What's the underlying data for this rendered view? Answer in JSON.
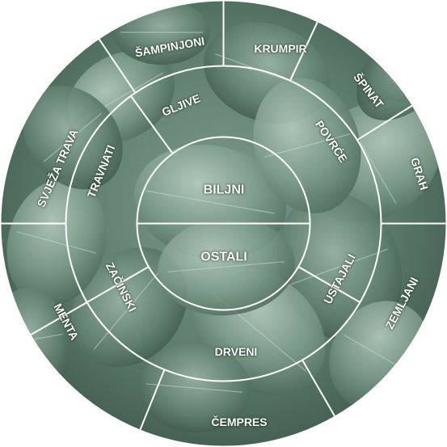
{
  "wheel": {
    "center": {
      "top": "BILJNI",
      "bottom": "OSTALI"
    },
    "middle": {
      "gljive": "GLJIVE",
      "povrce": "POVRĆE",
      "ustajali": "USTAJALI",
      "drveni": "DRVENI",
      "zacinski": "ZAČINSKI",
      "travnati": "TRAVNATI"
    },
    "outer": {
      "sampinjoni": "ŠAMPINJONI",
      "krumpir": "KRUMPIR",
      "spinat": "ŠPINAT",
      "grah": "GRAH",
      "zemljani": "ZEMLJANI",
      "cempres": "ČEMPRES",
      "menta": "MENTA",
      "svjeza_trava": "SVJEŽA TRAVA"
    }
  },
  "colors": {
    "leaf_dark": "#3e5a4a",
    "leaf_mid": "#6f8e7d",
    "leaf_light": "#a9c2b4",
    "lines": "#ffffff"
  }
}
